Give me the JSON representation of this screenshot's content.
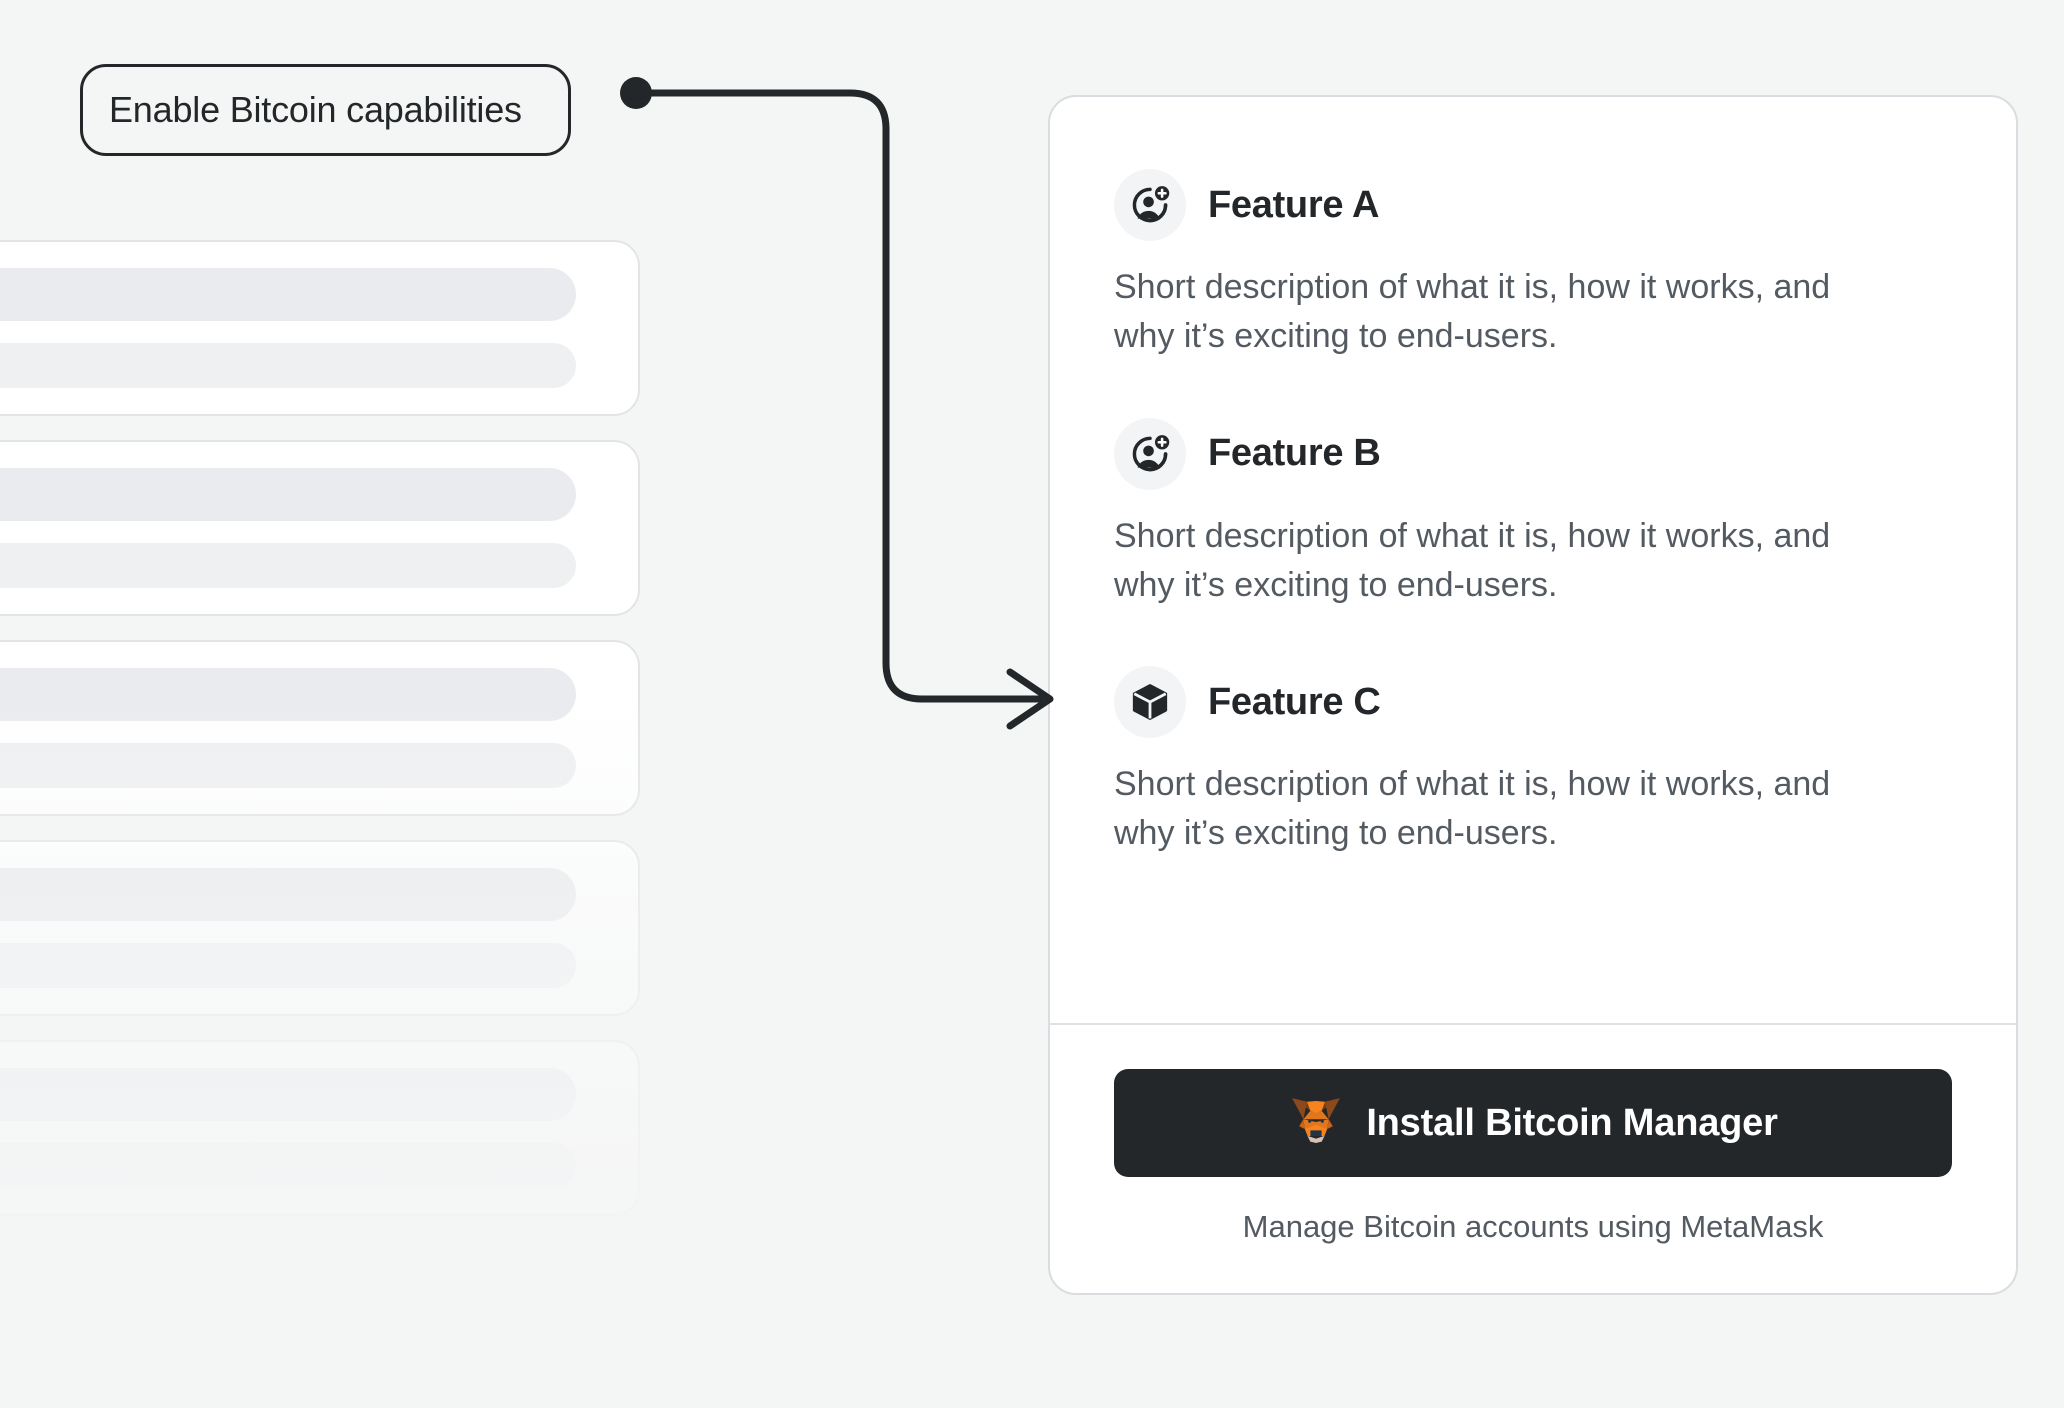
{
  "callout": {
    "label": "Enable Bitcoin capabilities",
    "connector_icon": "arrow-connector-icon",
    "dot_icon": "connector-dot-icon"
  },
  "skeleton": {
    "card_count": 5,
    "placeholder_icon": "skeleton-placeholder"
  },
  "card": {
    "features": [
      {
        "title": "Feature A",
        "icon": "add-account-icon",
        "description": "Short description of what it is, how it works, and why it’s exciting to end-users."
      },
      {
        "title": "Feature B",
        "icon": "add-account-icon",
        "description": "Short description of what it is, how it works, and why it’s exciting to end-users."
      },
      {
        "title": "Feature C",
        "icon": "cube-icon",
        "description": "Short description of what it is, how it works, and why it’s exciting to end-users."
      }
    ],
    "footer": {
      "button_label": "Install Bitcoin Manager",
      "button_icon": "metamask-fox-icon",
      "note": "Manage Bitcoin accounts using MetaMask"
    }
  },
  "colors": {
    "background": "#f4f5f5",
    "ink": "#24272a",
    "muted": "#535a61",
    "border": "#d9dce0",
    "icon_bg": "#f2f4f6",
    "fox_orange": "#e2761b",
    "fox_light": "#f5841f",
    "fox_dark": "#763d16",
    "fox_cream": "#e4d7cd"
  }
}
